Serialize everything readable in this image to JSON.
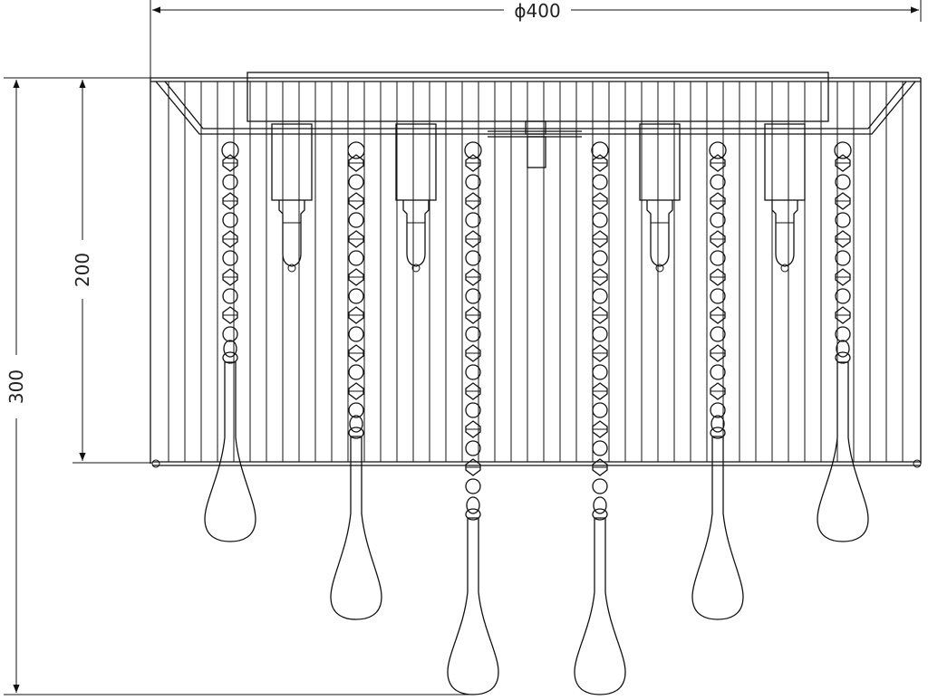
{
  "dimensions": {
    "diameter_label": "ϕ400",
    "total_height_label": "300",
    "shade_height_label": "200"
  },
  "fixture": {
    "lamp_count": 4,
    "chain_count": 6,
    "rod_count": 46
  },
  "colors": {
    "line": "#111111",
    "background": "#ffffff"
  }
}
